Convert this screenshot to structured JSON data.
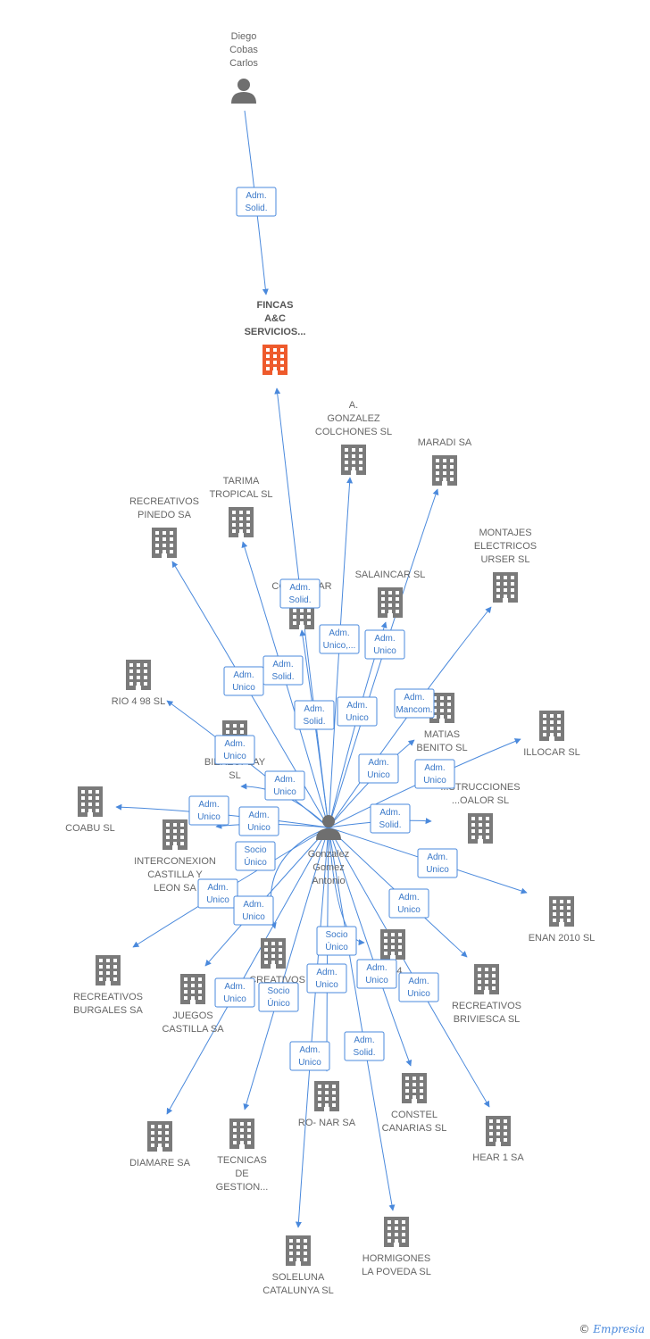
{
  "colors": {
    "edge": "#4a89dc",
    "company": "#7a7a7a",
    "focus_company": "#ee5a2c",
    "person": "#6f6f6f"
  },
  "nodes": [
    {
      "id": "diego",
      "type": "person",
      "label": [
        "Diego",
        "Cobas",
        "Carlos"
      ]
    },
    {
      "id": "fincas",
      "type": "company",
      "focus": true,
      "label": [
        "FINCAS",
        "A&C",
        "SERVICIOS..."
      ]
    },
    {
      "id": "gonzalez",
      "type": "person",
      "label": [
        "Gonzalez",
        "Gomez",
        "Antonio"
      ]
    },
    {
      "id": "agonzalez",
      "type": "company",
      "label": [
        "A.",
        "GONZALEZ",
        "COLCHONES SL"
      ]
    },
    {
      "id": "maradi",
      "type": "company",
      "label": [
        "MARADI SA"
      ]
    },
    {
      "id": "tarima",
      "type": "company",
      "label": [
        "TARIMA",
        "TROPICAL SL"
      ]
    },
    {
      "id": "pinedo",
      "type": "company",
      "label": [
        "RECREATIVOS",
        "PINEDO SA"
      ]
    },
    {
      "id": "montajes",
      "type": "company",
      "label": [
        "MONTAJES",
        "ELECTRICOS",
        "URSER SL"
      ]
    },
    {
      "id": "comaincar",
      "type": "company",
      "label": [
        "COMAINCAR"
      ]
    },
    {
      "id": "salaincar",
      "type": "company",
      "label": [
        "SALAINCAR SL"
      ]
    },
    {
      "id": "rio498",
      "type": "company",
      "label": [
        "RIO 4 98  SL"
      ]
    },
    {
      "id": "matias",
      "type": "company",
      "label": [
        "MATIAS",
        "BENITO SL"
      ]
    },
    {
      "id": "illocar",
      "type": "company",
      "label": [
        "ILLOCAR SL"
      ]
    },
    {
      "id": "bierzoplay",
      "type": "company",
      "label": [
        "BIERZOPLAY",
        "SL"
      ]
    },
    {
      "id": "coabu",
      "type": "company",
      "label": [
        "COABU SL"
      ]
    },
    {
      "id": "interconexion",
      "type": "company",
      "label": [
        "INTERCONEXION",
        "CASTILLA Y",
        "LEON SA"
      ]
    },
    {
      "id": "construcciones",
      "type": "company",
      "label": [
        "...STRUCCIONES",
        "...OALOR SL"
      ]
    },
    {
      "id": "enan",
      "type": "company",
      "label": [
        "ENAN 2010 SL"
      ]
    },
    {
      "id": "burgales",
      "type": "company",
      "label": [
        "RECREATIVOS",
        "BURGALES SA"
      ]
    },
    {
      "id": "juegos",
      "type": "company",
      "label": [
        "JUEGOS",
        "CASTILLA SA"
      ]
    },
    {
      "id": "recreativos_c",
      "type": "company",
      "label": [
        "...CREATIVOS",
        "C... A"
      ]
    },
    {
      "id": "lot94",
      "type": "company",
      "label": [
        "...L 94..."
      ]
    },
    {
      "id": "briviesca",
      "type": "company",
      "label": [
        "RECREATIVOS",
        "BRIVIESCA SL"
      ]
    },
    {
      "id": "diamare",
      "type": "company",
      "label": [
        "DIAMARE SA"
      ]
    },
    {
      "id": "tecnicas",
      "type": "company",
      "label": [
        "TECNICAS",
        "DE",
        "GESTION..."
      ]
    },
    {
      "id": "ronar",
      "type": "company",
      "label": [
        "RO- NAR SA"
      ]
    },
    {
      "id": "constel",
      "type": "company",
      "label": [
        "CONSTEL",
        "CANARIAS  SL"
      ]
    },
    {
      "id": "hear1",
      "type": "company",
      "label": [
        "HEAR 1 SA"
      ]
    },
    {
      "id": "soleluna",
      "type": "company",
      "label": [
        "SOLELUNA",
        "CATALUNYA SL"
      ]
    },
    {
      "id": "hormigones",
      "type": "company",
      "label": [
        "HORMIGONES",
        "LA POVEDA SL"
      ]
    }
  ],
  "edges": [
    {
      "from": "diego",
      "to": "fincas",
      "role": [
        "Adm.",
        "Solid."
      ]
    },
    {
      "from": "gonzalez",
      "to": "fincas",
      "role": [
        "Adm.",
        "Solid."
      ]
    },
    {
      "from": "gonzalez",
      "to": "agonzalez",
      "role": [
        "Adm.",
        "Unico,..."
      ]
    },
    {
      "from": "gonzalez",
      "to": "maradi",
      "role": [
        "Adm.",
        "Unico"
      ]
    },
    {
      "from": "gonzalez",
      "to": "tarima",
      "role": [
        "Adm.",
        "Solid."
      ]
    },
    {
      "from": "gonzalez",
      "to": "pinedo",
      "role": [
        "Adm.",
        "Unico"
      ]
    },
    {
      "from": "gonzalez",
      "to": "montajes",
      "role": [
        "Adm.",
        "Mancom."
      ]
    },
    {
      "from": "gonzalez",
      "to": "comaincar",
      "role": [
        "Adm.",
        "Solid."
      ]
    },
    {
      "from": "gonzalez",
      "to": "salaincar",
      "role": [
        "Adm.",
        "Unico"
      ]
    },
    {
      "from": "gonzalez",
      "to": "rio498",
      "role": [
        "Adm.",
        "Unico"
      ]
    },
    {
      "from": "gonzalez",
      "to": "matias",
      "role": [
        "Adm.",
        "Unico"
      ]
    },
    {
      "from": "gonzalez",
      "to": "illocar",
      "role": [
        "Adm.",
        "Unico"
      ]
    },
    {
      "from": "gonzalez",
      "to": "bierzoplay",
      "role": [
        "Adm.",
        "Unico"
      ]
    },
    {
      "from": "gonzalez",
      "to": "coabu",
      "role": [
        "Adm.",
        "Unico"
      ]
    },
    {
      "from": "gonzalez",
      "to": "interconexion",
      "role": [
        "Adm.",
        "Unico"
      ]
    },
    {
      "from": "gonzalez",
      "to": "construcciones",
      "role": [
        "Adm.",
        "Solid."
      ]
    },
    {
      "from": "gonzalez",
      "to": "enan",
      "role": [
        "Adm.",
        "Unico"
      ]
    },
    {
      "from": "gonzalez",
      "to": "burgales",
      "role": [
        "Adm.",
        "Unico"
      ]
    },
    {
      "from": "gonzalez",
      "to": "juegos",
      "role": [
        "Adm.",
        "Unico"
      ]
    },
    {
      "from": "gonzalez",
      "to": "recreativos_c",
      "role": [
        "Socio",
        "Único"
      ]
    },
    {
      "from": "gonzalez",
      "to": "lot94",
      "role": [
        "Socio",
        "Único"
      ]
    },
    {
      "from": "gonzalez",
      "to": "briviesca",
      "role": [
        "Adm.",
        "Unico"
      ]
    },
    {
      "from": "gonzalez",
      "to": "diamare",
      "role": [
        "Adm.",
        "Unico"
      ]
    },
    {
      "from": "gonzalez",
      "to": "tecnicas",
      "role": [
        "Socio",
        "Único"
      ]
    },
    {
      "from": "gonzalez",
      "to": "ronar",
      "role": [
        "Adm.",
        "Unico"
      ]
    },
    {
      "from": "gonzalez",
      "to": "constel",
      "role": [
        "Adm.",
        "Unico"
      ]
    },
    {
      "from": "gonzalez",
      "to": "hear1",
      "role": [
        "Adm.",
        "Unico"
      ]
    },
    {
      "from": "gonzalez",
      "to": "soleluna",
      "role": [
        "Adm.",
        "Unico"
      ]
    },
    {
      "from": "gonzalez",
      "to": "hormigones",
      "role": [
        "Adm.",
        "Solid."
      ]
    }
  ],
  "watermark": {
    "copyright": "©",
    "brand": "Empresia"
  }
}
